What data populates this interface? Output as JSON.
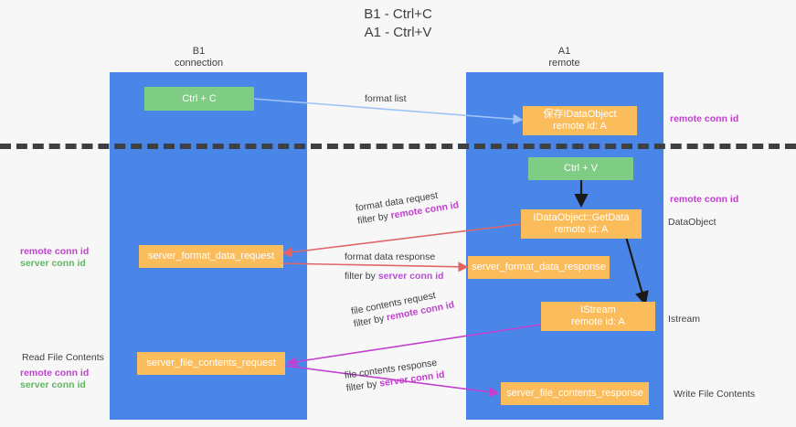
{
  "title": {
    "line1": "B1 - Ctrl+C",
    "line2": "A1 - Ctrl+V"
  },
  "lanes": [
    {
      "id": "b1",
      "title_line1": "B1",
      "title_line2": "connection",
      "color": "#4a86e8"
    },
    {
      "id": "a1",
      "title_line1": "A1",
      "title_line2": "remote",
      "color": "#4a86e8"
    }
  ],
  "nodes": {
    "ctrl_c": {
      "label": "Ctrl + C",
      "color": "#7fcc84"
    },
    "ctrl_v": {
      "label": "Ctrl + V",
      "color": "#7fcc84"
    },
    "idataobject": {
      "line1": "保存IDataObject",
      "line2": "remote id: A",
      "color": "#fbbc5c"
    },
    "getdata": {
      "line1": "IDataObject::GetData",
      "line2": "remote id: A",
      "color": "#fbbc5c"
    },
    "istream": {
      "line1": "IStream",
      "line2": "remote id: A",
      "color": "#fbbc5c"
    },
    "server_format_data_request": {
      "label": "server_format_data_request",
      "color": "#fbbc5c"
    },
    "server_format_data_response": {
      "label": "server_format_data_response",
      "color": "#fbbc5c"
    },
    "server_file_contents_request": {
      "label": "server_file_contents_request",
      "color": "#fbbc5c"
    },
    "server_file_contents_response": {
      "label": "server_file_contents_response",
      "color": "#fbbc5c"
    }
  },
  "edges": {
    "format_list": {
      "label": "format list",
      "color": "#9fc5f8"
    },
    "format_data_request": {
      "line1": "format data request",
      "line2_prefix": "filter by ",
      "line2_hl": "remote conn id",
      "color": "#e06666"
    },
    "format_data_response": {
      "line1": "format data response",
      "line2_prefix": "filter by ",
      "line2_hl": "server conn id",
      "color": "#e06666"
    },
    "file_contents_request": {
      "line1": "file contents request",
      "line2_prefix": "filter by ",
      "line2_hl": "remote conn id",
      "color": "#c23fd0"
    },
    "file_contents_response": {
      "line1": "file contents response",
      "line2_prefix": "filter by ",
      "line2_hl": "server conn id",
      "color": "#c23fd0"
    }
  },
  "annotations": {
    "left_mid_purple": "remote conn id",
    "left_mid_green": "server conn id",
    "left_read_file_contents": "Read File Contents",
    "left_bottom_purple": "remote conn id",
    "left_bottom_green": "server conn id",
    "right_top_purple": "remote conn id",
    "right_mid_purple": "remote conn id",
    "right_dataobject": "DataObject",
    "right_istream": "Istream",
    "right_write_file_contents": "Write File Contents"
  },
  "colors": {
    "lane": "#4a86e8",
    "green_node": "#7fcc84",
    "orange_node": "#fbbc5c",
    "purple": "#c23fd0",
    "green_text": "#5fb762",
    "red_arrow": "#e06666",
    "blue_arrow": "#9fc5f8",
    "dash": "#3c4043",
    "background": "#f7f7f7"
  }
}
